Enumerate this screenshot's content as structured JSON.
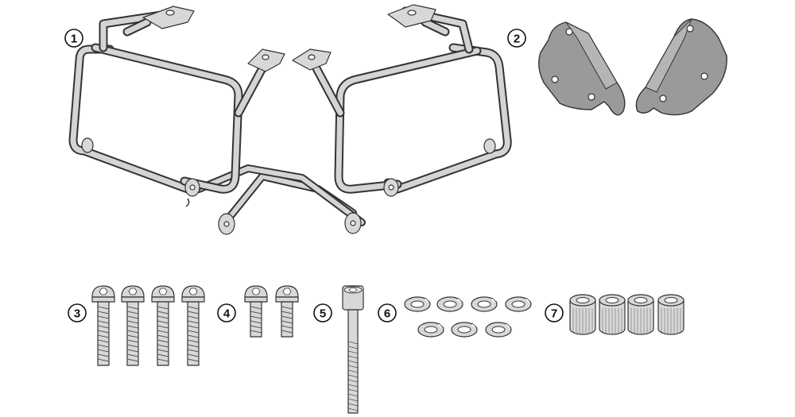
{
  "parts": [
    {
      "number": "1",
      "icon": "pannier-frame-pair-icon"
    },
    {
      "number": "2",
      "icon": "mounting-plate-pair-icon"
    },
    {
      "number": "3",
      "icon": "long-button-screw-icon",
      "quantity": 4
    },
    {
      "number": "4",
      "icon": "short-button-screw-icon",
      "quantity": 2
    },
    {
      "number": "5",
      "icon": "socket-head-bolt-icon",
      "quantity": 1
    },
    {
      "number": "6",
      "icon": "spring-washer-icon",
      "quantity": 7
    },
    {
      "number": "7",
      "icon": "spacer-bushing-icon",
      "quantity": 4
    }
  ],
  "colors": {
    "outline": "#333333",
    "metal": "#d8d8d8",
    "plate": "#9a9a9a",
    "background": "#ffffff"
  }
}
